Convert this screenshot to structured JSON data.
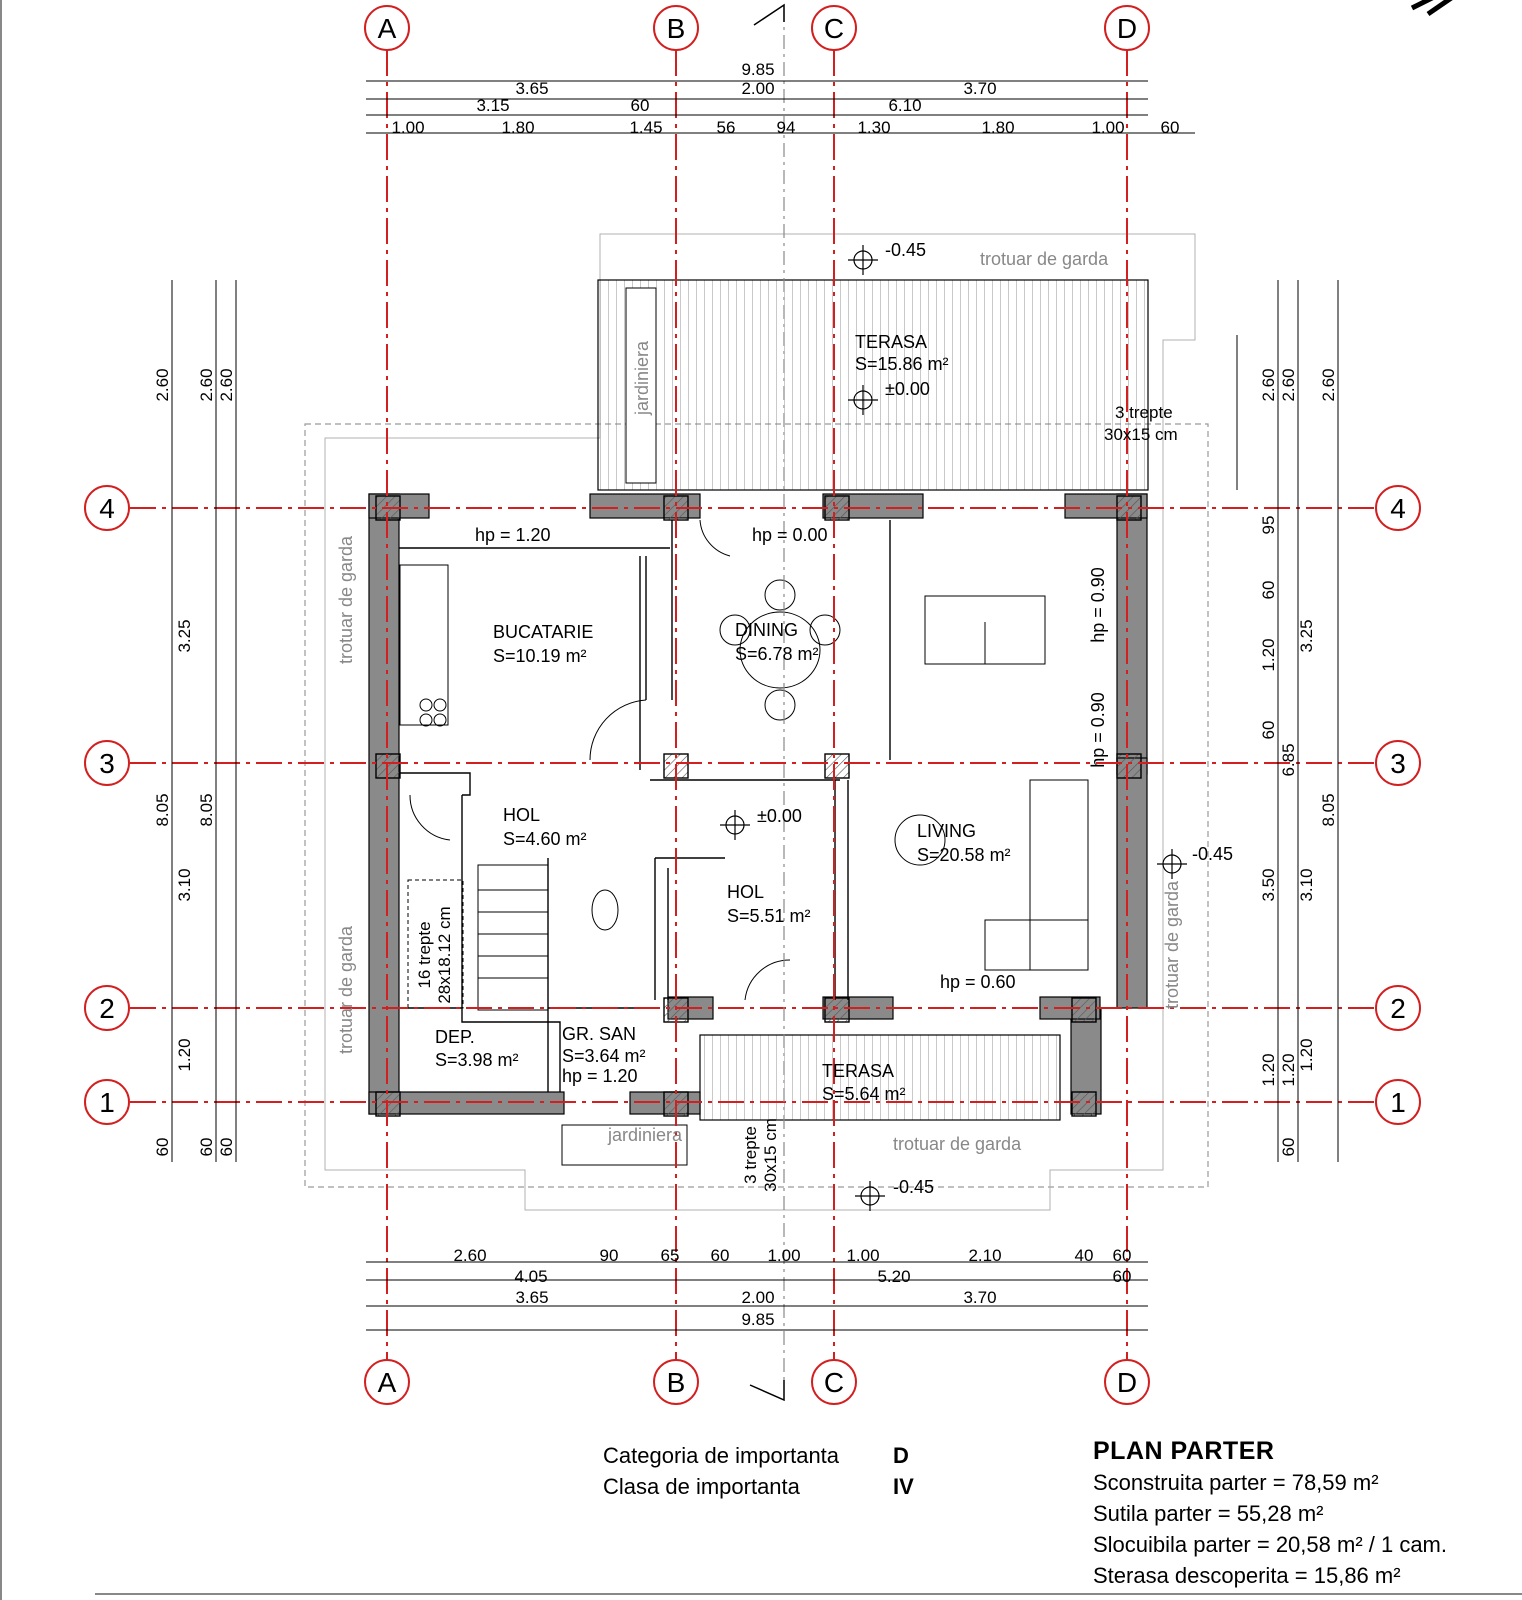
{
  "axes": {
    "vertical": [
      "A",
      "B",
      "C",
      "D"
    ],
    "horizontal": [
      "4",
      "3",
      "2",
      "1"
    ]
  },
  "dims_top": {
    "row1": [
      "9.85"
    ],
    "row2": [
      "3.65",
      "2.00",
      "3.70"
    ],
    "row3": [
      "3.15",
      "60",
      "6.10"
    ],
    "row4": [
      "1.00",
      "1.80",
      "1.45",
      "56",
      "94",
      "1.30",
      "1.80",
      "1.00",
      "60"
    ]
  },
  "dims_bottom": {
    "row1": [
      "2.60",
      "90",
      "65",
      "60",
      "1.00",
      "1.00",
      "2.10",
      "40",
      "60"
    ],
    "row2": [
      "4.05",
      "5.20",
      "60"
    ],
    "row3": [
      "3.65",
      "2.00",
      "3.70"
    ],
    "row4": [
      "9.85"
    ]
  },
  "dims_left": {
    "outer": [
      "2.60",
      "3.25",
      "3.10",
      "1.20",
      "60"
    ],
    "mid": [
      "2.60",
      "8.05",
      "60"
    ],
    "inner": [
      "2.60",
      "8.05",
      "60"
    ]
  },
  "dims_right": {
    "inner": [
      "2.60",
      "95",
      "60",
      "1.20",
      "60",
      "3.50",
      "1.20",
      "60"
    ],
    "mid": [
      "2.60",
      "6.85",
      "1.20"
    ],
    "outer": [
      "2.60",
      "3.25",
      "8.05",
      "3.10",
      "1.20"
    ]
  },
  "rooms": {
    "terasa_top": {
      "name": "TERASA",
      "area": "S=15.86 m²",
      "level": "±0.00"
    },
    "bucatarie": {
      "name": "BUCATARIE",
      "area": "S=10.19 m²"
    },
    "dining": {
      "name": "DINING",
      "area": "S=6.78 m²"
    },
    "hol1": {
      "name": "HOL",
      "area": "S=4.60 m²",
      "level": "±0.00"
    },
    "hol2": {
      "name": "HOL",
      "area": "S=5.51 m²"
    },
    "living": {
      "name": "LIVING",
      "area": "S=20.58 m²"
    },
    "dep": {
      "name": "DEP.",
      "area": "S=3.98 m²"
    },
    "gr_san": {
      "name": "GR. SAN",
      "area": "S=3.64 m²",
      "hp": "hp = 1.20"
    },
    "terasa_bottom": {
      "name": "TERASA",
      "area": "S=5.64 m²"
    }
  },
  "labels": {
    "trotuar": "trotuar de garda",
    "jardiniera": "jardiniera",
    "level_minus": "-0.45",
    "trepte3": "3 trepte",
    "trepte3_size": "30x15 cm",
    "trepte16": "16 trepte",
    "trepte16_size": "28x18.12 cm",
    "hp120": "hp = 1.20",
    "hp000": "hp = 0.00",
    "hp060": "hp = 0.60",
    "hp090": "hp = 0.90"
  },
  "legend": {
    "cat_label": "Categoria de importanta",
    "cat_value": "D",
    "clasa_label": "Clasa de importanta",
    "clasa_value": "IV",
    "title": "PLAN PARTER",
    "sconstruita": "Sconstruita parter = 78,59 m²",
    "sutila": "Sutila parter = 55,28 m²",
    "slocuibila": "Slocuibila parter = 20,58 m² / 1 cam.",
    "sterasa": "Sterasa descoperita = 15,86 m²"
  },
  "colors": {
    "axis": "#d21f1f",
    "wall": "#8a8a8a",
    "line": "#000000",
    "faint": "#9a9a9a"
  }
}
